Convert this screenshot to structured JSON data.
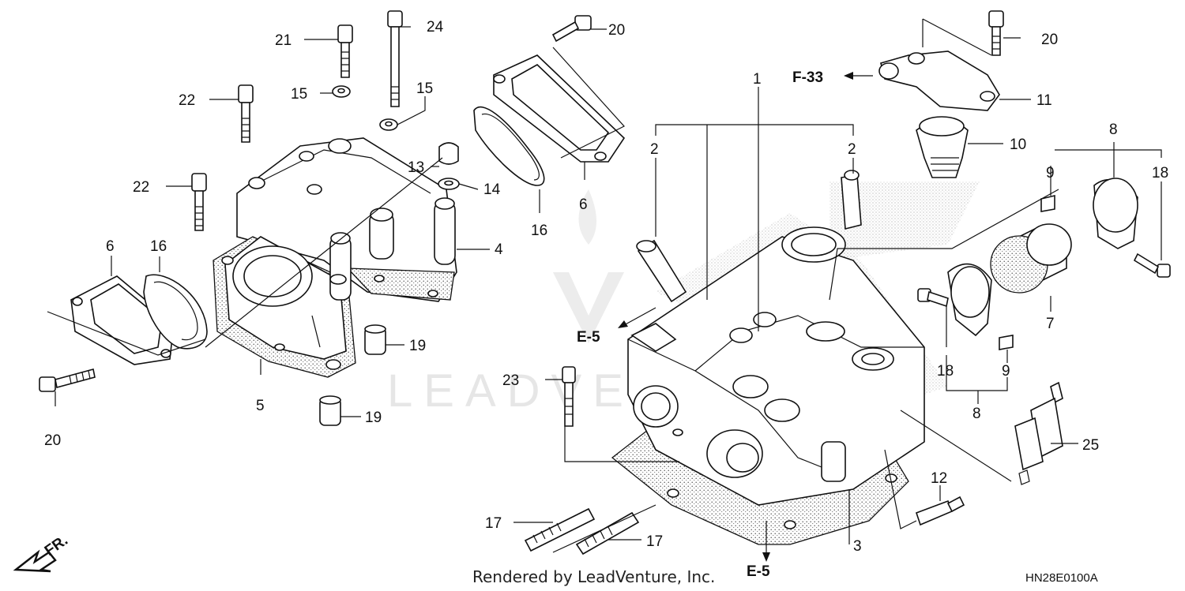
{
  "watermark": "LEADVENTURE",
  "labels": {
    "fr": "FR."
  },
  "refs": {
    "f33": "F-33",
    "e5": "E-5"
  },
  "callouts": {
    "c1": "1",
    "c2": "2",
    "c3": "3",
    "c4": "4",
    "c5": "5",
    "c6": "6",
    "c7": "7",
    "c8": "8",
    "c9": "9",
    "c10": "10",
    "c11": "11",
    "c12": "12",
    "c13": "13",
    "c14": "14",
    "c15": "15",
    "c16": "16",
    "c17": "17",
    "c18": "18",
    "c19": "19",
    "c20": "20",
    "c21": "21",
    "c22": "22",
    "c23": "23",
    "c24": "24",
    "c25": "25"
  },
  "footer": {
    "credit": "Rendered by LeadVenture, Inc.",
    "code": "HN28E0100A"
  }
}
